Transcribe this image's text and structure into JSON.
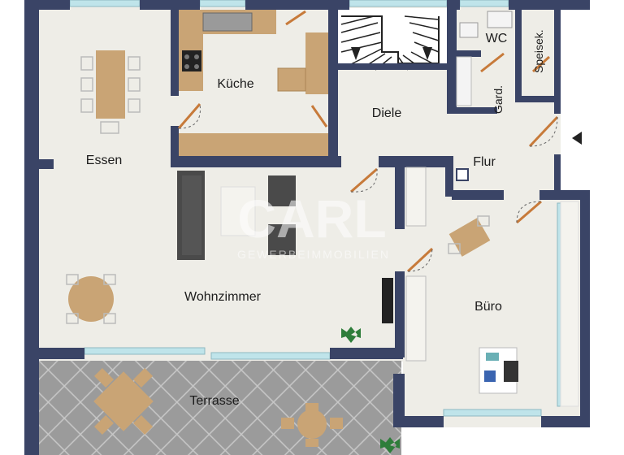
{
  "rooms": {
    "essen": "Essen",
    "kueche": "Küche",
    "diele": "Diele",
    "wc": "WC",
    "speisek": "Speisek.",
    "gard": "Gard.",
    "flur": "Flur",
    "wohnzimmer": "Wohnzimmer",
    "buero": "Büro",
    "terrasse": "Terrasse"
  },
  "watermark": {
    "logo_text": "CARL",
    "tagline": "GEWERBEIMMOBILIEN"
  },
  "colors": {
    "wall": "#3a4466",
    "floor": "#eeede7",
    "terrace": "#9a9a9a",
    "wood": "#c9a475",
    "sofa": "#4a4a4a",
    "glass": "#bfe4ea"
  }
}
